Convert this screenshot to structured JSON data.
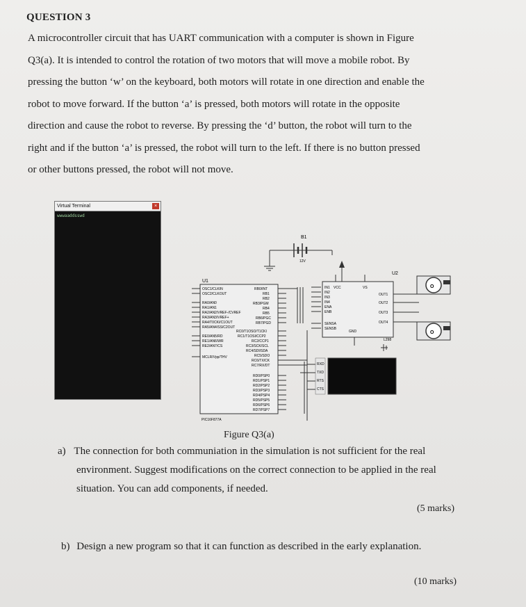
{
  "question": {
    "title": "QUESTION 3",
    "paragraph": [
      "A microcontroller circuit that has UART communication with a computer is shown in Figure",
      "Q3(a). It is intended to control the rotation of two motors that will move a mobile robot. By",
      "pressing the button ‘w’ on the keyboard, both motors will rotate in one direction and enable the",
      "robot to move forward. If the button ‘a’ is pressed, both motors will rotate in the opposite",
      "direction and cause the robot to reverse. By pressing the ‘d’ button, the robot will turn to the",
      "right and if the button ‘a’ is pressed, the robot will turn to the left. If there is no button pressed",
      "or other buttons pressed, the robot will not move."
    ]
  },
  "schematic": {
    "virtual_terminal_title": "Virtual Terminal",
    "virtual_terminal_text": "wwwaaddsswd",
    "battery_label": "B1",
    "battery_voltage": "12V",
    "mcu_label": "U1",
    "mcu_part": "PIC16F877A",
    "driver_label": "U2",
    "driver_part": "L298",
    "mcu_left_pins": [
      "OSC1/CLKIN",
      "OSC2/CLKOUT",
      "RA0/AN0",
      "RA1/AN1",
      "RA2/AN2/VREF-/CVREF",
      "RA3/AN3/VREF+",
      "RA4/T0CKI/C1OUT",
      "RA5/AN4/SS/C2OUT",
      "RE0/AN5/RD",
      "RE1/AN6/WR",
      "RE2/AN7/CS",
      "MCLR/Vpp/THV"
    ],
    "mcu_right_pins_b": [
      "RB0/INT",
      "RB1",
      "RB2",
      "RB3/PGM",
      "RB4",
      "RB5",
      "RB6/PGC",
      "RB7/PGD"
    ],
    "mcu_right_pins_c": [
      "RC0/T1OSO/T1CKI",
      "RC1/T1OSI/CCP2",
      "RC2/CCP1",
      "RC3/SCK/SCL",
      "RC4/SDI/SDA",
      "RC5/SDO",
      "RC6/TX/CK",
      "RC7/RX/DT"
    ],
    "mcu_right_pins_d": [
      "RD0/PSP0",
      "RD1/PSP1",
      "RD2/PSP2",
      "RD3/PSP3",
      "RD4/PSP4",
      "RD5/PSP5",
      "RD6/PSP6",
      "RD7/PSP7"
    ],
    "driver_left_pins": [
      "IN1",
      "IN2",
      "IN3",
      "IN4",
      "ENA",
      "ENB",
      "SENSA",
      "SENSB"
    ],
    "driver_right_pins": [
      "OUT1",
      "OUT2",
      "OUT3",
      "OUT4"
    ],
    "driver_top_pins": [
      "VCC",
      "VS"
    ],
    "driver_bottom_pin": "GND",
    "uart_pins": [
      "RXD",
      "TXD",
      "RTS",
      "CTS"
    ]
  },
  "figure_caption": "Figure Q3(a)",
  "parts": {
    "a_label": "a)",
    "a_lines": [
      "The connection for both communiation in the simulation is not sufficient for the real",
      "environment. Suggest modifications on the correct connection to be applied in the real",
      "situation. You can add components, if needed."
    ],
    "a_marks": "(5 marks)",
    "b_label": "b)",
    "b_text": "Design a new program so that it can function as described in the early explanation.",
    "b_marks": "(10 marks)"
  }
}
